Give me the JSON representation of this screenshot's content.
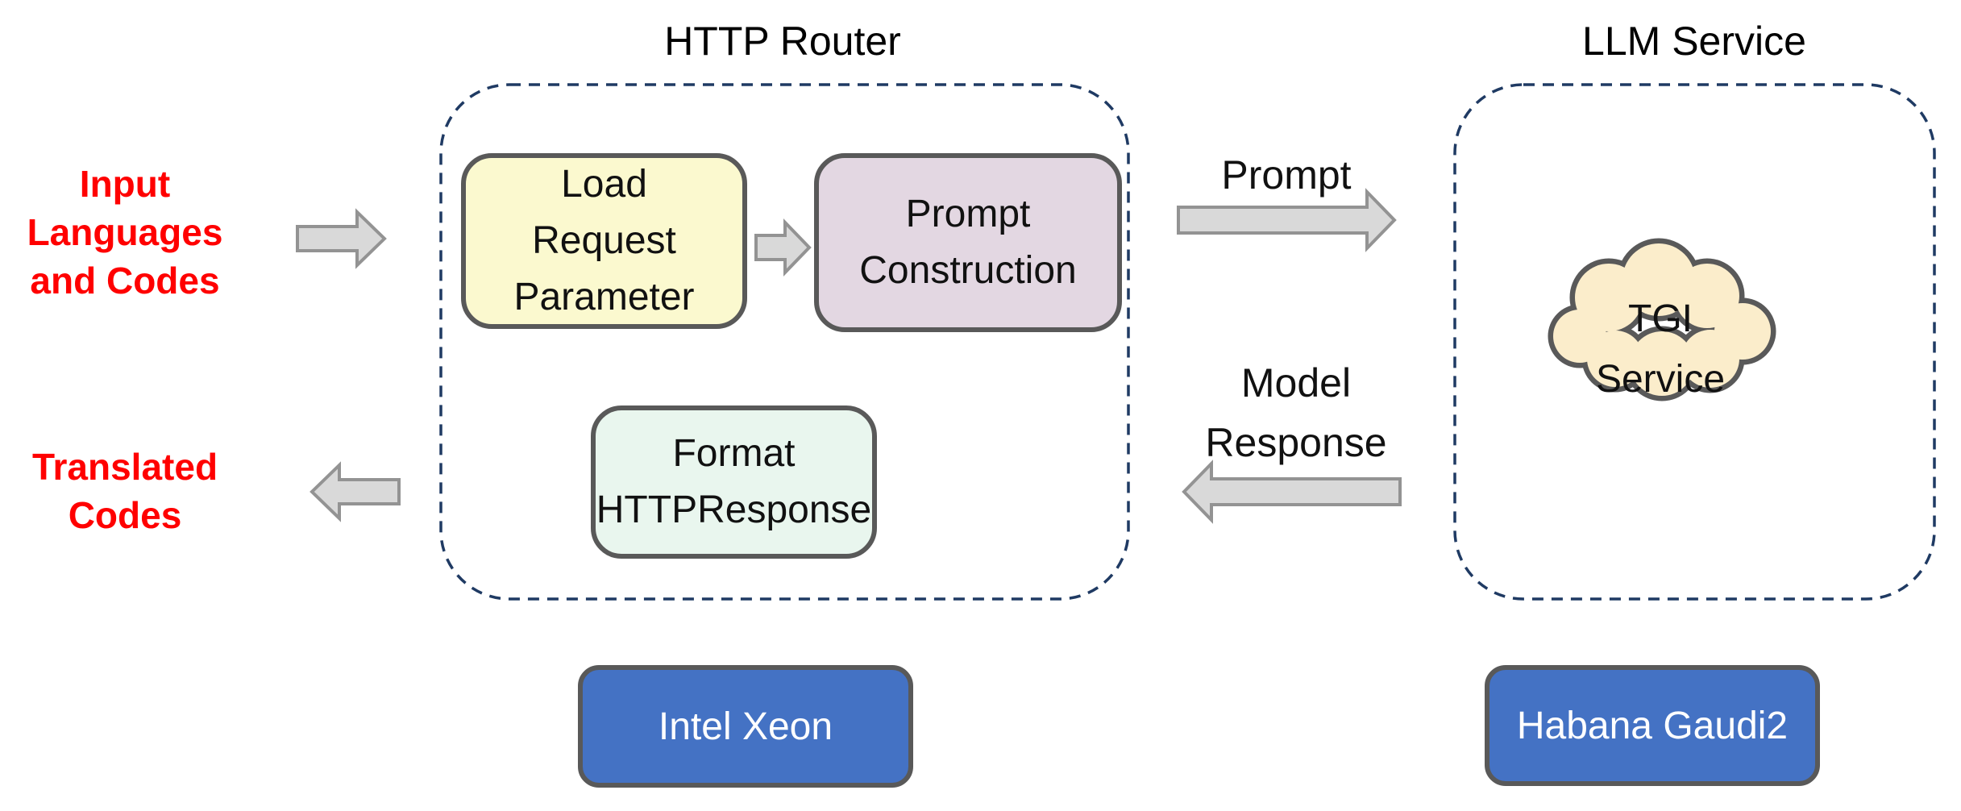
{
  "colors": {
    "red": "#FF0000",
    "navy": "#1F3A63",
    "border_gray": "#595959",
    "yellow": "#FBF9CF",
    "purple": "#E3D7E2",
    "mint": "#E9F6EE",
    "cream": "#FBEDCB",
    "blue": "#4472C4",
    "arrow_fill": "#D9D9D9",
    "arrow_stroke": "#939393",
    "white_text": "#FFFFFF"
  },
  "io": {
    "input_label": "Input\nLanguages\nand Codes",
    "output_label": "Translated\nCodes"
  },
  "http_router": {
    "title": "HTTP Router",
    "load_request": "Load\nRequest\nParameter",
    "prompt_construction": "Prompt\nConstruction",
    "format_response": "Format\nHTTPResponse",
    "platform": "Intel Xeon"
  },
  "llm_service": {
    "title": "LLM Service",
    "cloud": "TGI\nService",
    "platform": "Habana Gaudi2"
  },
  "flows": {
    "prompt": "Prompt",
    "model_response": "Model\nResponse"
  }
}
